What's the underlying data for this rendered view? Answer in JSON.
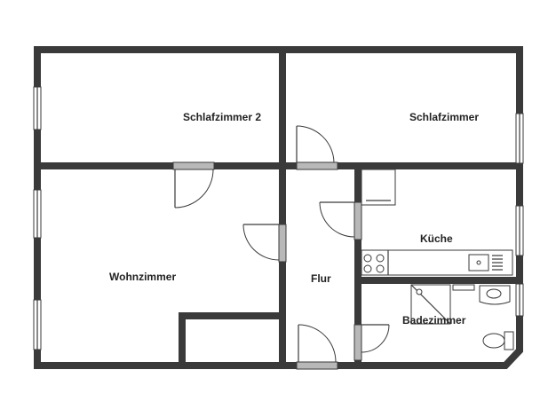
{
  "floor_plan": {
    "rooms": {
      "schlafzimmer_2": "Schlafzimmer 2",
      "schlafzimmer": "Schlafzimmer",
      "wohnzimmer": "Wohnzimmer",
      "flur": "Flur",
      "kueche": "Küche",
      "badezimmer": "Badezimmer"
    }
  }
}
